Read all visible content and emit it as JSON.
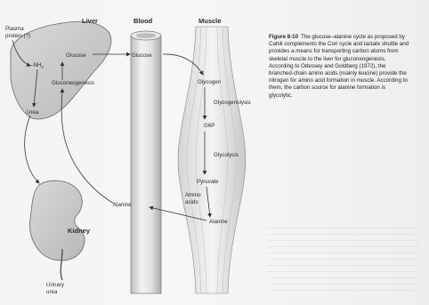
{
  "figure": {
    "headings": {
      "liver": "Liver",
      "blood": "Blood",
      "muscle": "Muscle"
    },
    "labels": {
      "plasma_protein": [
        "Plasma",
        "protein (?)"
      ],
      "nh2": "–NH",
      "nh2_sub": "2",
      "urea": "Urea",
      "liver_glucose": "Glucose",
      "gluconeogenesis": "Gluconeogenesis",
      "blood_glucose": "Glucose",
      "glycogen": "Glycogen",
      "glycogenolysis": "Glycogenolysis",
      "g6p": "G6P",
      "glycolysis": "Glycolysis",
      "pyruvate": "Pyruvate",
      "amino_acids": [
        "Amino",
        "acids"
      ],
      "muscle_alanine": "Alanine",
      "blood_alanine": "Alanine",
      "kidney": "Kidney",
      "urinary_urea": [
        "Urinary",
        "urea"
      ]
    }
  },
  "caption": {
    "figure_number": "Figure 8-10",
    "text": "The glucose–alanine cycle as proposed by Cahill complements the Cori cycle and lactate shuttle and provides a means for transporting carbon atoms from skeletal muscle to the liver for gluconeogenesis. According to Odessey and Goldberg (1972), the branched-chain amino acids (mainly leucine) provide the nitrogen for amino acid formation in muscle. According to them, the carbon source for alanine formation is glycolytic."
  }
}
